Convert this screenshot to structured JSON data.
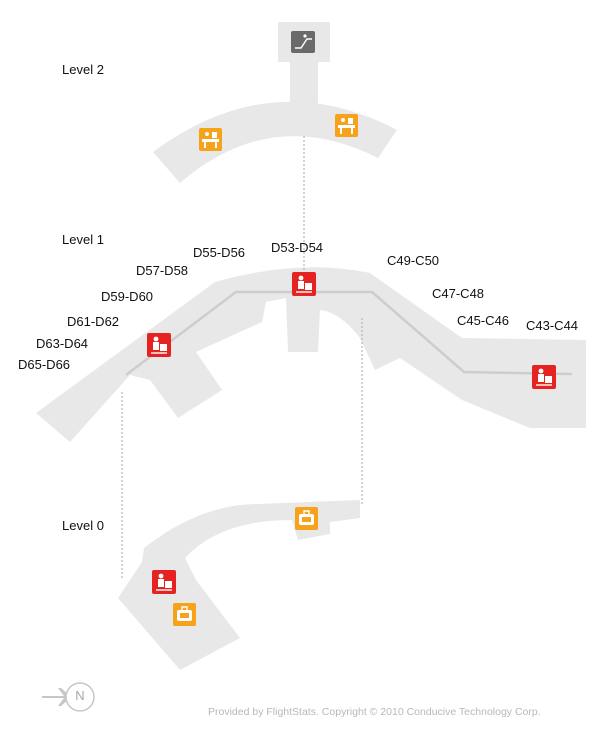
{
  "levels": {
    "level2": "Level 2",
    "level1": "Level 1",
    "level0": "Level 0"
  },
  "gates": [
    "D55-D56",
    "D53-D54",
    "C49-C50",
    "D57-D58",
    "C47-C48",
    "D59-D60",
    "C45-C46",
    "C43-C44",
    "D61-D62",
    "D63-D64",
    "D65-D66"
  ],
  "icons": {
    "escalator": "escalator-icon",
    "checkin": "check-in-counter-icon",
    "security": "security-checkpoint-icon",
    "baggage": "baggage-claim-icon"
  },
  "compass": {
    "label": "N"
  },
  "credit": "Provided by FlightStats. Copyright © 2010 Conducive Technology Corp.",
  "colors": {
    "security": "#e52421",
    "checkin": "#f7a21b",
    "baggage": "#f7a21b",
    "escalator": "#6a6a6a",
    "floor": "#e8e8e8",
    "corridor": "#cdcdcd"
  }
}
